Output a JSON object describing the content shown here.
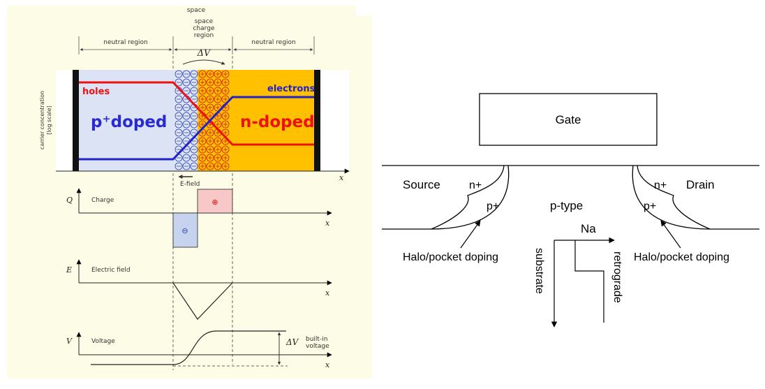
{
  "pn_junction": {
    "top_label": "space",
    "space_charge_label": [
      "space",
      "charge",
      "region"
    ],
    "neutral_left": "neutral region",
    "neutral_right": "neutral region",
    "delta_v": "ΔV",
    "y_axis_label": [
      "carrier concentration",
      "[log scale]"
    ],
    "holes": "holes",
    "electrons": "electrons",
    "p_doped": "p⁺doped",
    "n_doped": "n-doped",
    "x_var": "x",
    "efield_arrow": "E-field",
    "charge_var": "Q",
    "charge_label": "Charge",
    "plus_sign": "⊕",
    "minus_sign": "⊖",
    "efield_var": "E",
    "efield_label": "Electric field",
    "voltage_var": "V",
    "voltage_label": "Voltage",
    "builtin_dv": "ΔV",
    "builtin_label": [
      "built-in",
      "voltage"
    ],
    "colors": {
      "p_region": "#dbe3f4",
      "n_region": "#ffc000",
      "holes": "#ee1111",
      "electrons": "#2222cc",
      "charge_pos": "#f8c8c8",
      "charge_neg": "#c6d2ee",
      "frame": "#fdfce6"
    }
  },
  "mosfet": {
    "gate": "Gate",
    "source": "Source",
    "drain": "Drain",
    "n_plus_left": "n+",
    "n_plus_right": "n+",
    "p_plus_left": "p+",
    "p_plus_right": "p+",
    "p_type": "p-type",
    "halo_left": "Halo/pocket doping",
    "halo_right": "Halo/pocket doping",
    "na": "Na",
    "substrate": "substrate",
    "retrograde": "retrograde"
  }
}
